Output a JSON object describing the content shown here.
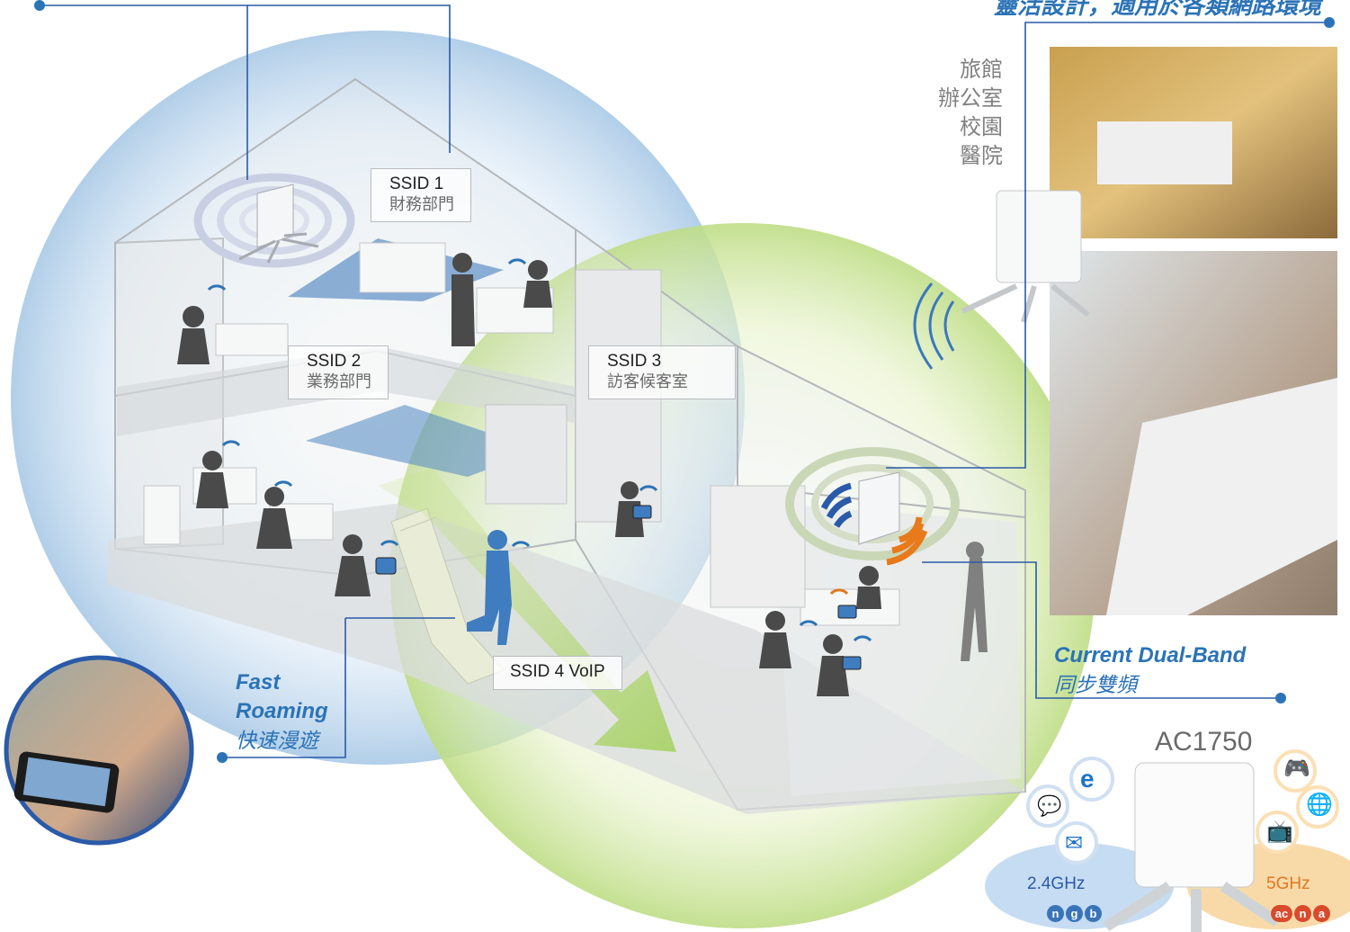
{
  "banner": "靈活設計，適用於各類網路環境",
  "ssid_labels": [
    {
      "id": "SSID 1",
      "dept": "財務部門"
    },
    {
      "id": "SSID 2",
      "dept": "業務部門"
    },
    {
      "id": "SSID 3",
      "dept": "訪客候客室"
    }
  ],
  "ssid4": "SSID 4 VoIP",
  "venues": [
    "旅館",
    "辦公室",
    "校園",
    "醫院"
  ],
  "features": {
    "roaming": {
      "en_line1": "Fast",
      "en_line2": "Roaming",
      "zh": "快速漫遊"
    },
    "dual_band": {
      "en": "Current Dual-Band",
      "zh": "同步雙頻"
    }
  },
  "product": {
    "model": "AC1750",
    "band_low": "2.4GHz",
    "band_high": "5GHz",
    "standards_low": [
      "n",
      "g",
      "b"
    ],
    "standards_high": [
      "ac",
      "n",
      "a"
    ]
  },
  "colors": {
    "accent_blue": "#2b73b6",
    "accent_orange": "#e07820",
    "coverage_blue": "#bfd7ec",
    "coverage_green": "#cfe5a0"
  },
  "icons": [
    "wifi-icon",
    "ie-icon",
    "chat-icon",
    "mail-icon",
    "gamepad-icon",
    "globe-icon",
    "tv-icon"
  ]
}
